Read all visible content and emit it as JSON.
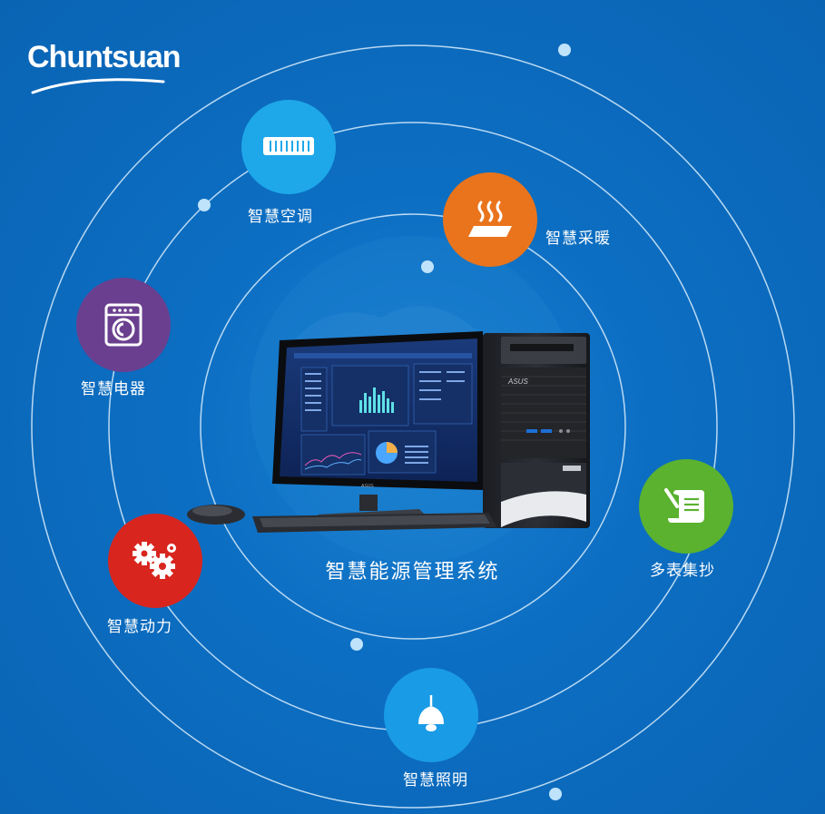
{
  "brand": {
    "name": "Chuntsuan"
  },
  "center": {
    "title": "智慧能源管理系统",
    "monitor_brand": "ASUS",
    "tower_brand": "ASUS"
  },
  "modules": [
    {
      "label": "智慧空调",
      "icon": "air-conditioner-icon",
      "color": "#1ea8e9"
    },
    {
      "label": "智慧采暖",
      "icon": "heating-icon",
      "color": "#e9741c"
    },
    {
      "label": "智慧电器",
      "icon": "washing-machine-icon",
      "color": "#6a3f8f"
    },
    {
      "label": "多表集抄",
      "icon": "meter-reading-icon",
      "color": "#5ab22f"
    },
    {
      "label": "智慧动力",
      "icon": "gears-icon",
      "color": "#d8261f"
    },
    {
      "label": "智慧照明",
      "icon": "lamp-icon",
      "color": "#1a9be6"
    }
  ]
}
